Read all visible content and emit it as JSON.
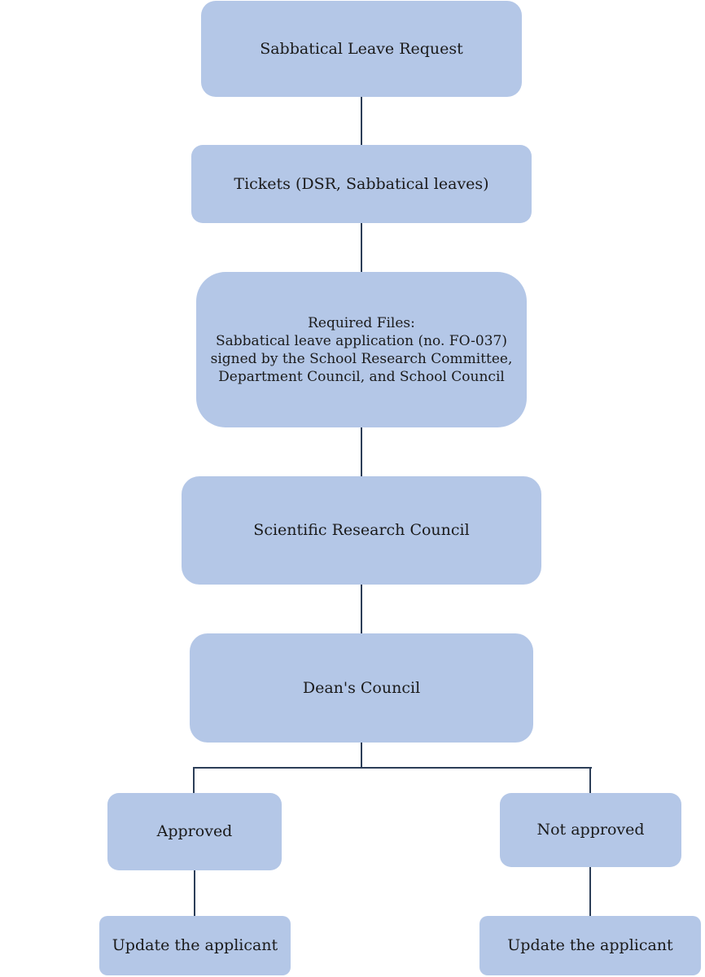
{
  "flowchart": {
    "request": "Sabbatical Leave Request",
    "tickets": "Tickets (DSR, Sabbatical leaves)",
    "required_files": "Required Files:\nSabbatical leave application (no. FO-037)\nsigned by the School Research Committee,\nDepartment Council, and School Council",
    "research_council": "Scientific Research Council",
    "deans_council": "Dean's Council",
    "approved": "Approved",
    "not_approved": "Not approved",
    "update_left": "Update the applicant",
    "update_right": "Update the applicant"
  },
  "colors": {
    "box_fill": "#b4c7e7",
    "connector": "#2c3e58",
    "background": "#ffffff"
  }
}
